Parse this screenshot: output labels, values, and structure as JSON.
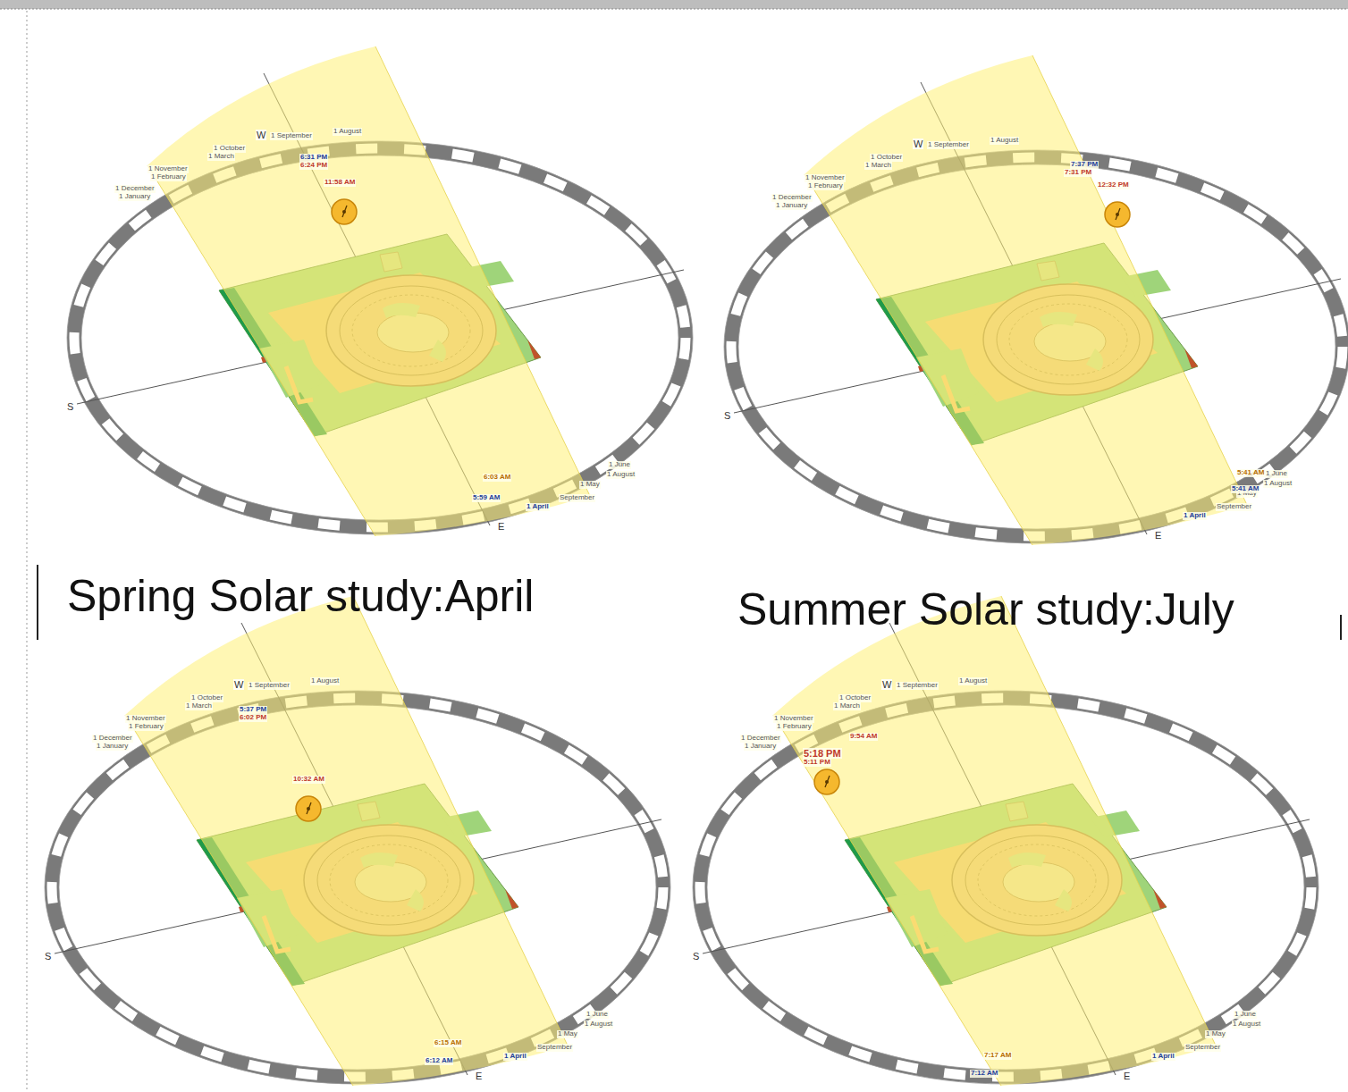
{
  "diagram": {
    "labels": [
      "Spring Solar study:April",
      "Summer Solar study:July",
      "W",
      "1 September",
      "1 August",
      "1 October",
      "1 March",
      "1 November",
      "1 February",
      "1 December",
      "1 January",
      "S",
      "E",
      "1 June",
      "1 August",
      "1 May",
      "September",
      "1 April",
      "6:31 PM",
      "6:24 PM",
      "11:58 AM",
      "6:03 AM",
      "5:59 AM",
      "W",
      "1 September",
      "1 August",
      "1 October",
      "1 March",
      "1 November",
      "1 February",
      "1 December",
      "1 January",
      "S",
      "E",
      "1 June",
      "1 August",
      "1 May",
      "September",
      "1 April",
      "7:37 PM",
      "7:31 PM",
      "12:32 PM",
      "5:41 AM",
      "5:41 AM",
      "W",
      "1 September",
      "1 August",
      "1 October",
      "1 March",
      "1 November",
      "1 February",
      "1 December",
      "1 January",
      "S",
      "E",
      "1 June",
      "1 August",
      "1 May",
      "September",
      "1 April",
      "5:37 PM",
      "6:02 PM",
      "10:32 AM",
      "6:15 AM",
      "6:12 AM",
      "W",
      "1 September",
      "1 August",
      "1 October",
      "1 March",
      "1 November",
      "1 February",
      "1 December",
      "1 January",
      "S",
      "E",
      "1 June",
      "1 August",
      "1 May",
      "September",
      "1 April",
      "5:18 PM",
      "5:11 PM",
      "9:54 AM",
      "7:17 AM",
      "7:12 AM"
    ]
  }
}
